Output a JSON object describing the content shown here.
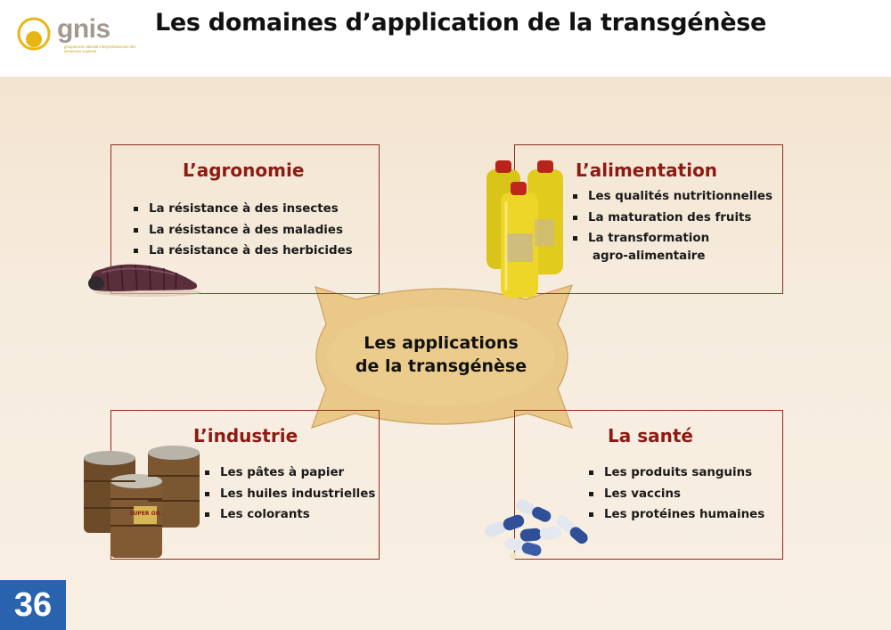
{
  "header": {
    "logo_word": "gnis",
    "logo_tagline": "groupement national interprofessionnel des semences et plants",
    "title": "Les domaines d’application de la transgénèse"
  },
  "center": {
    "line1": "Les applications",
    "line2": "de la transgénèse"
  },
  "domains": {
    "agronomie": {
      "title": "L’agronomie",
      "items": [
        "La résistance à des insectes",
        "La résistance à des maladies",
        "La résistance à des herbicides"
      ]
    },
    "alimentation": {
      "title": "L’alimentation",
      "items": [
        "Les qualités nutritionnelles",
        "La maturation des fruits",
        "La transformation",
        "agro-alimentaire"
      ]
    },
    "industrie": {
      "title": "L’industrie",
      "items": [
        "Les pâtes à papier",
        "Les huiles industrielles",
        "Les colorants"
      ]
    },
    "sante": {
      "title": "La santé",
      "items": [
        "Les produits sanguins",
        "Les vaccins",
        "Les protéines humaines"
      ]
    }
  },
  "barrel_label": "SUPER OIL",
  "page_number": "36",
  "colors": {
    "frame": "#8e2f23",
    "title_red": "#8e1a14",
    "center_shape": "#e9c888",
    "page_badge": "#2a63ad",
    "logo_gold": "#e8b614"
  },
  "illustrations": [
    "caterpillar-icon",
    "oil-bottles-icon",
    "oil-barrels-icon",
    "capsules-icon"
  ]
}
